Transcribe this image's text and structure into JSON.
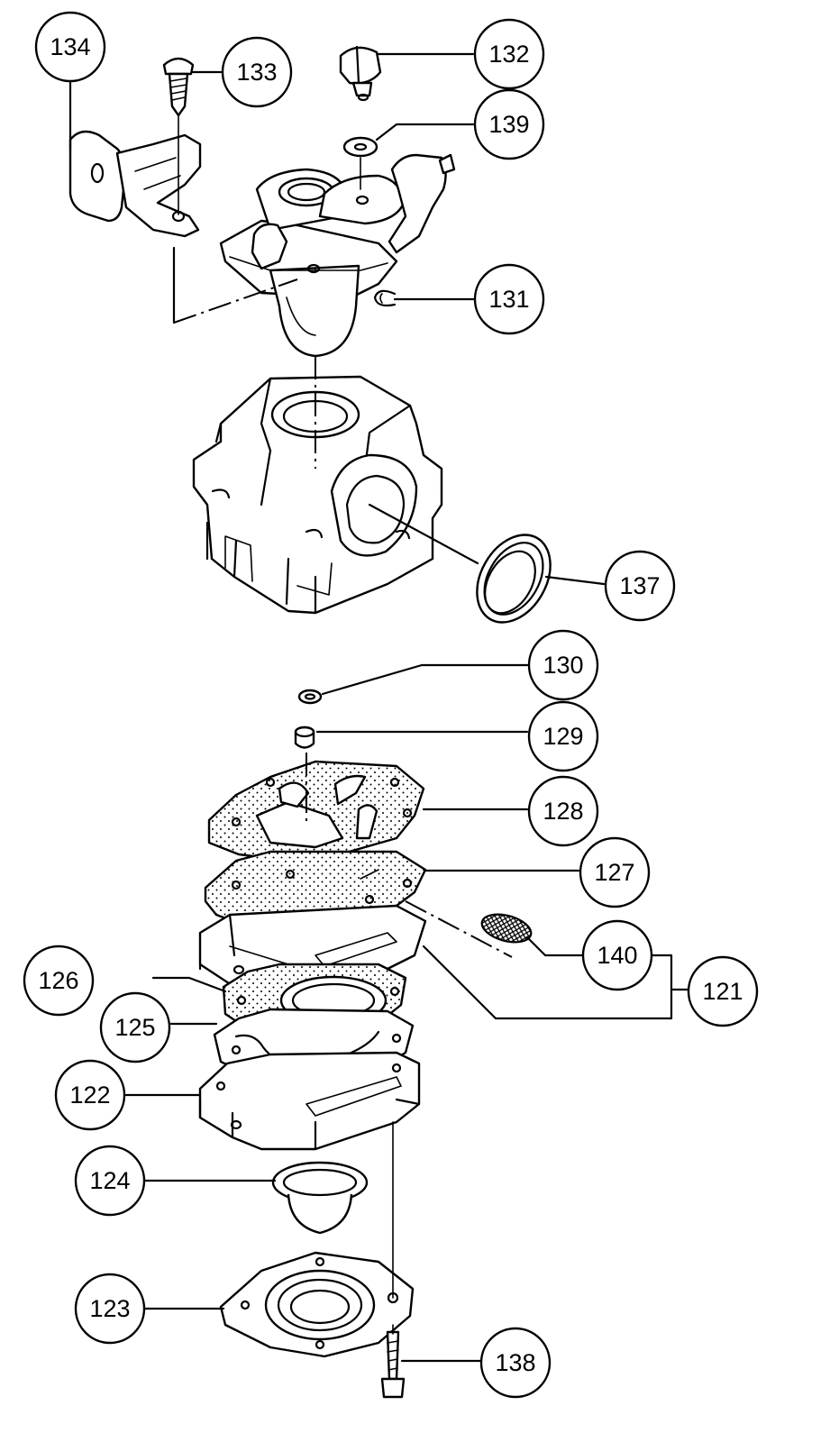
{
  "callouts": [
    {
      "id": "134",
      "label": "134"
    },
    {
      "id": "133",
      "label": "133"
    },
    {
      "id": "132",
      "label": "132"
    },
    {
      "id": "139",
      "label": "139"
    },
    {
      "id": "131",
      "label": "131"
    },
    {
      "id": "137",
      "label": "137"
    },
    {
      "id": "130",
      "label": "130"
    },
    {
      "id": "129",
      "label": "129"
    },
    {
      "id": "128",
      "label": "128"
    },
    {
      "id": "127",
      "label": "127"
    },
    {
      "id": "140",
      "label": "140"
    },
    {
      "id": "121",
      "label": "121"
    },
    {
      "id": "126",
      "label": "126"
    },
    {
      "id": "125",
      "label": "125"
    },
    {
      "id": "122",
      "label": "122"
    },
    {
      "id": "124",
      "label": "124"
    },
    {
      "id": "123",
      "label": "123"
    },
    {
      "id": "138",
      "label": "138"
    }
  ],
  "colors": {
    "ink": "#000000",
    "paper": "#ffffff"
  }
}
